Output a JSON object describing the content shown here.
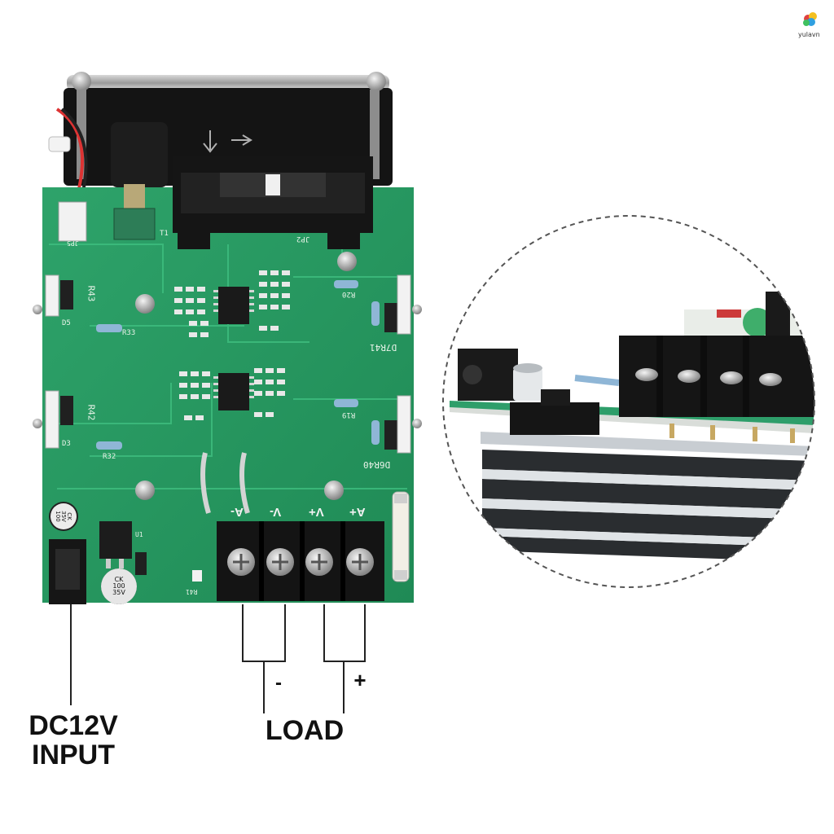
{
  "brand": {
    "text": "yulavn"
  },
  "board": {
    "silkscreen": {
      "r43": "R43",
      "r42": "R42",
      "d5": "D5",
      "d3": "D3",
      "d7r41": "D7R41",
      "d6r40": "D6R40",
      "r33": "R33",
      "r32": "R32",
      "r20": "R20",
      "r19": "R19",
      "t1": "T1",
      "jp2": "JP2",
      "jp5": "JP5",
      "u1": "U1",
      "r41": "R41"
    },
    "terminals": [
      {
        "label": "A-"
      },
      {
        "label": "V-"
      },
      {
        "label": "V+"
      },
      {
        "label": "A+"
      }
    ],
    "capacitors": {
      "small": "CK\n35V\n100",
      "large": "CK\n100\n35V"
    }
  },
  "annotations": {
    "dc_input": "DC12V\nINPUT",
    "load": "LOAD",
    "minus": "-",
    "plus": "+"
  }
}
